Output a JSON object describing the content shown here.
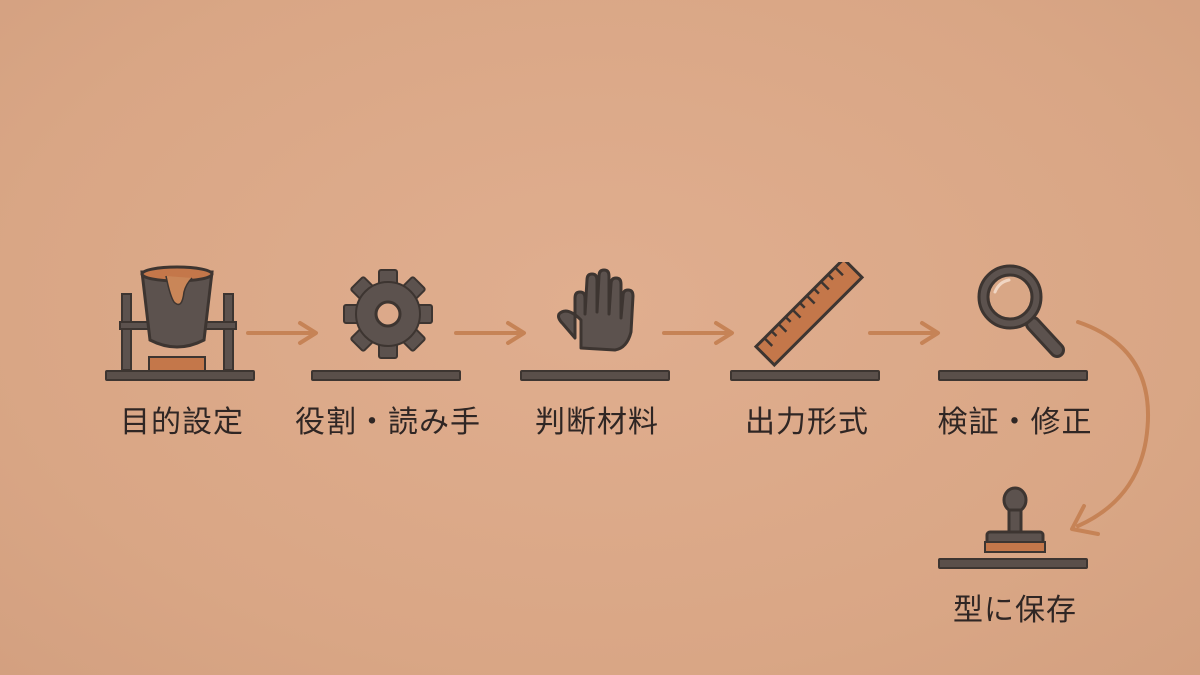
{
  "steps": [
    {
      "label": "目的設定",
      "icon": "crucible-icon"
    },
    {
      "label": "役割・読み手",
      "icon": "gear-icon"
    },
    {
      "label": "判断材料",
      "icon": "hand-icon"
    },
    {
      "label": "出力形式",
      "icon": "ruler-icon"
    },
    {
      "label": "検証・修正",
      "icon": "magnifier-icon"
    },
    {
      "label": "型に保存",
      "icon": "stamp-icon"
    }
  ],
  "colors": {
    "background": "#dca98a",
    "icon_fill": "#5c524e",
    "icon_outline": "#3d3531",
    "accent": "#c4774a",
    "arrow": "#c68356"
  }
}
